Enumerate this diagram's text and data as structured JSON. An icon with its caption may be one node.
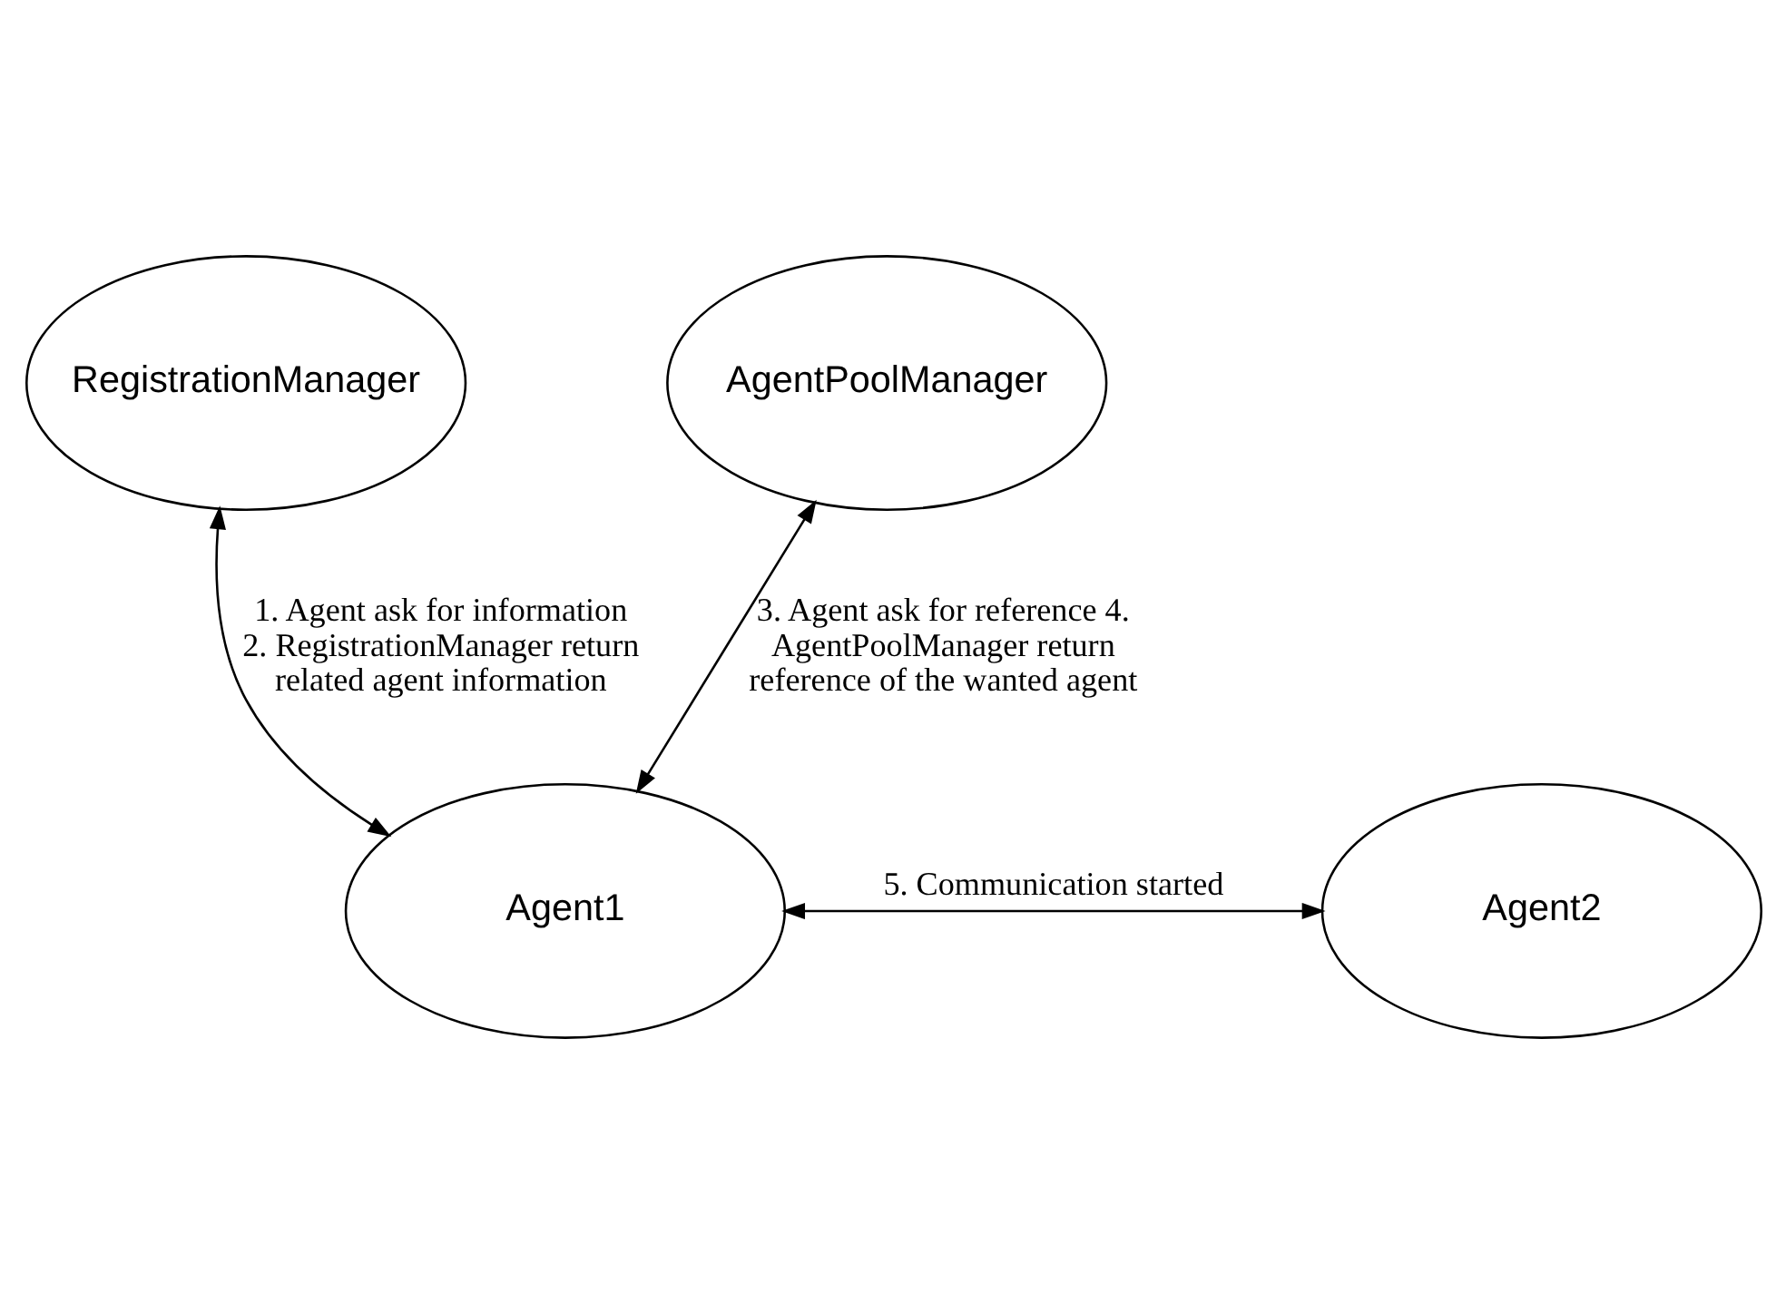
{
  "diagram": {
    "nodes": [
      {
        "text": [
          "RegistrationManager"
        ]
      },
      {
        "text": [
          "AgentPoolManager"
        ]
      },
      {
        "text": [
          "Agent1"
        ]
      },
      {
        "text": [
          "Agent2"
        ]
      }
    ],
    "edges": [
      {
        "from": 0,
        "to": 2,
        "arrow": "both",
        "label": "1. Agent ask for information 2. RegistrationManager return related agent information"
      },
      {
        "from": 1,
        "to": 2,
        "arrow": "both",
        "label": "3. Agent ask for reference 4. AgentPoolManager return reference of the wanted agent"
      },
      {
        "from": 2,
        "to": 3,
        "arrow": "both",
        "label": "5. Communication started"
      }
    ]
  }
}
